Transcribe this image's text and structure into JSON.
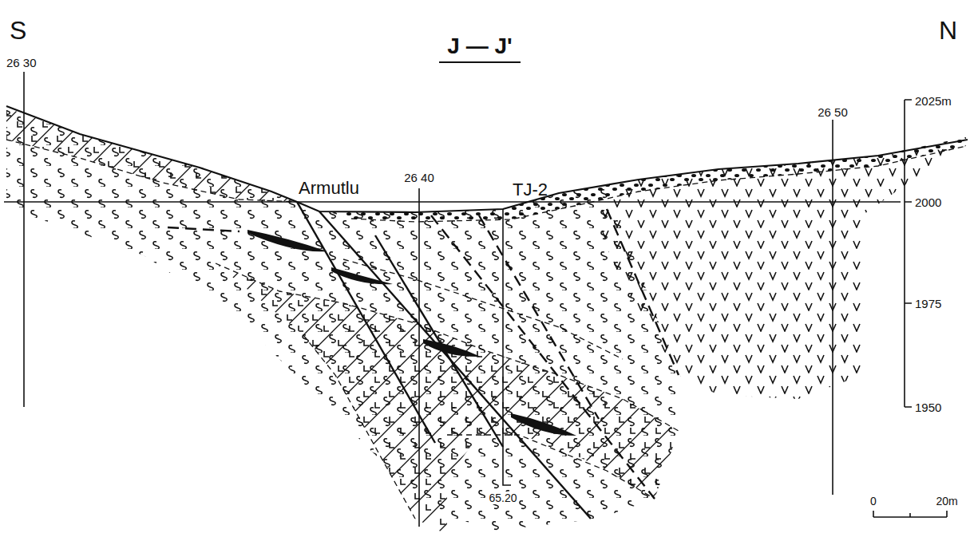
{
  "diagram": {
    "title": "J — J'",
    "labels": [
      "S",
      "N",
      "26 30",
      "26 40",
      "26 50",
      "Armutlu",
      "TJ-2",
      "2025m",
      "2000",
      "1975",
      "1950",
      "65.20",
      "0",
      "20m"
    ]
  }
}
